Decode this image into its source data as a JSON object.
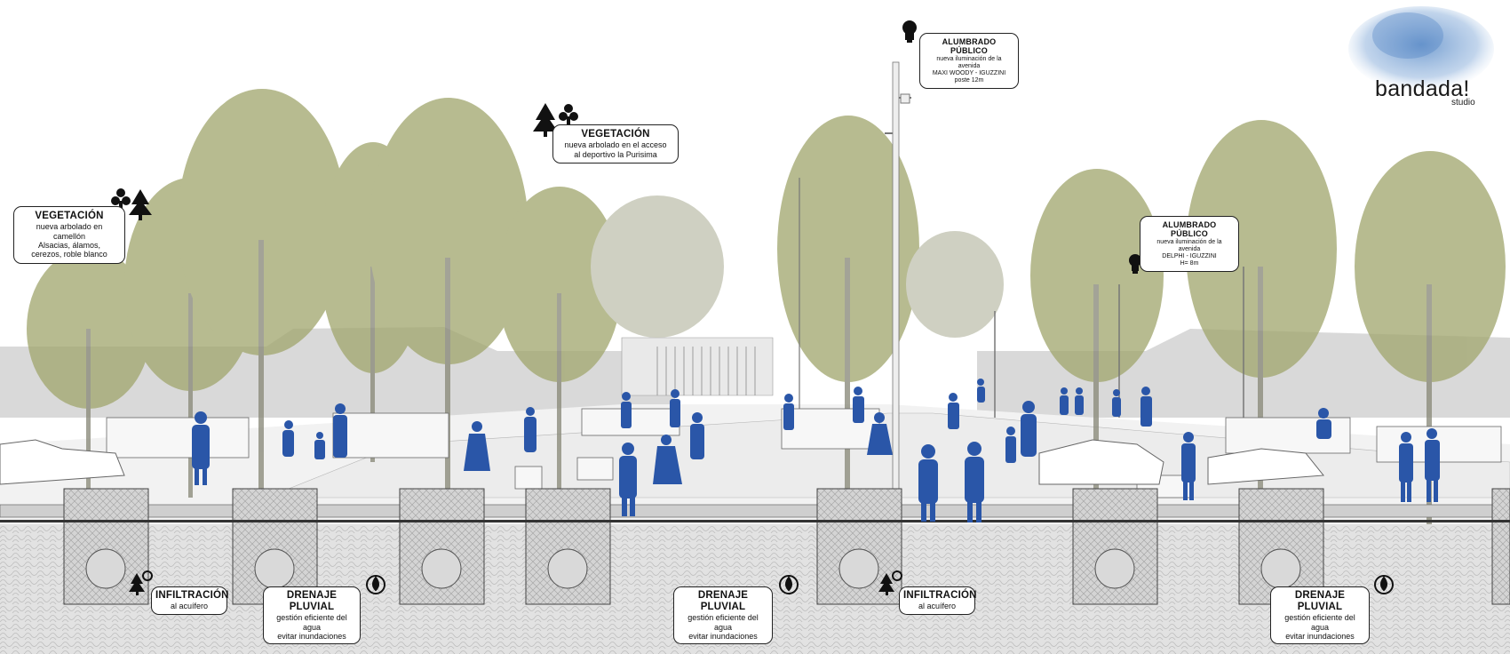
{
  "brand": {
    "name": "bandada!",
    "sub": "studio",
    "blob_color": "#7fa6d3"
  },
  "colors": {
    "people": "#2a56a8",
    "sky": "#ffffff",
    "walls": "#d9d9d9",
    "trees": "#9aa06a",
    "ground": "#e6e6e6"
  },
  "callouts": {
    "veg_left": {
      "title": "VEGETACIÓN",
      "lines": [
        "nueva arbolado en camellón",
        "Alsacias, álamos,",
        "cerezos, roble blanco"
      ]
    },
    "veg_mid": {
      "title": "VEGETACIÓN",
      "lines": [
        "nueva arbolado en el acceso",
        "al deportivo la Purisima"
      ]
    },
    "light_main": {
      "title": "ALUMBRADO PÚBLICO",
      "lines": [
        "nueva iluminación de la avenida",
        "MAXI WOODY - IGUZZINI",
        "poste 12m"
      ]
    },
    "light_right": {
      "title": "ALUMBRADO PÚBLICO",
      "lines": [
        "nueva iluminación de la avenida",
        "DELPHI - IGUZZINI",
        "H= 8m"
      ]
    },
    "infil_1": {
      "title": "INFILTRACIÓN",
      "lines": [
        "al acuífero"
      ]
    },
    "drain_1": {
      "title": "DRENAJE PLUVIAL",
      "lines": [
        "gestión eficiente del agua",
        "evitar inundaciones"
      ]
    },
    "drain_2": {
      "title": "DRENAJE PLUVIAL",
      "lines": [
        "gestión eficiente del agua",
        "evitar inundaciones"
      ]
    },
    "infil_2": {
      "title": "INFILTRACIÓN",
      "lines": [
        "al acuífero"
      ]
    },
    "drain_3": {
      "title": "DRENAJE PLUVIAL",
      "lines": [
        "gestión eficiente del agua",
        "evitar inundaciones"
      ]
    }
  },
  "icons": [
    "tree-icon",
    "club-icon",
    "lightbulb-icon",
    "water-drop-icon"
  ]
}
